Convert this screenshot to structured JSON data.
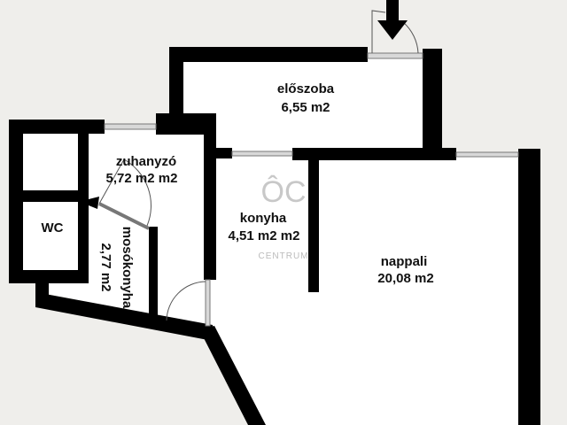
{
  "rooms": [
    {
      "name": "előszoba",
      "area": "6,55 m2"
    },
    {
      "name": "zuhanyzó",
      "area": "5,72 m2 m2"
    },
    {
      "name": "konyha",
      "area": "4,51 m2 m2"
    },
    {
      "name": "WC",
      "area": ""
    },
    {
      "name": "mosókonyha",
      "area": "2,77 m2"
    },
    {
      "name": "nappali",
      "area": "20,08 m2"
    }
  ],
  "watermark": {
    "logo": "ÔC",
    "text": "CENTRUM",
    "color": "#c8c8c8"
  },
  "colors": {
    "background": "#efeeeb",
    "floor": "#ffffff",
    "wall": "#000000"
  },
  "entrance": {
    "icon": "arrow-down-icon"
  }
}
